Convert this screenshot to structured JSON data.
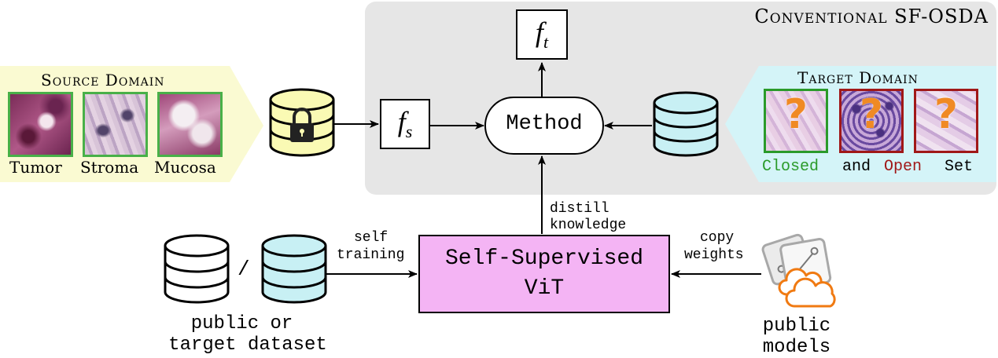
{
  "conventional_title": "Conventional SF-OSDA",
  "source": {
    "title": "Source Domain",
    "labels": [
      "Tumor",
      "Stroma",
      "Mucosa"
    ]
  },
  "target": {
    "title": "Target Domain",
    "question_mark": "?",
    "closed": "Closed",
    "and": "and",
    "open": "Open",
    "set": "Set"
  },
  "nodes": {
    "f_t_base": "f",
    "f_t_sub": "t",
    "f_s_base": "f",
    "f_s_sub": "s",
    "method": "Method",
    "vit_line1": "Self-Supervised",
    "vit_line2": "ViT",
    "slash": "/"
  },
  "edges": {
    "distill_1": "distill",
    "distill_2": "knowledge",
    "self_1": "self",
    "self_2": "training",
    "copy_1": "copy",
    "copy_2": "weights"
  },
  "datasets_label": [
    "public or",
    "target dataset"
  ],
  "models_label": [
    "public",
    "models"
  ],
  "colors": {
    "conventional_bg": "#e6e6e6",
    "source_bg": "#fafad2",
    "target_bg": "#d4f4f8",
    "db_source": "#fafab4",
    "db_target": "#c8f0f4",
    "vit_fill": "#f4b4f4",
    "closed_green": "#2a9a2a",
    "open_red": "#a01818",
    "models_orange": "#f07a12"
  }
}
